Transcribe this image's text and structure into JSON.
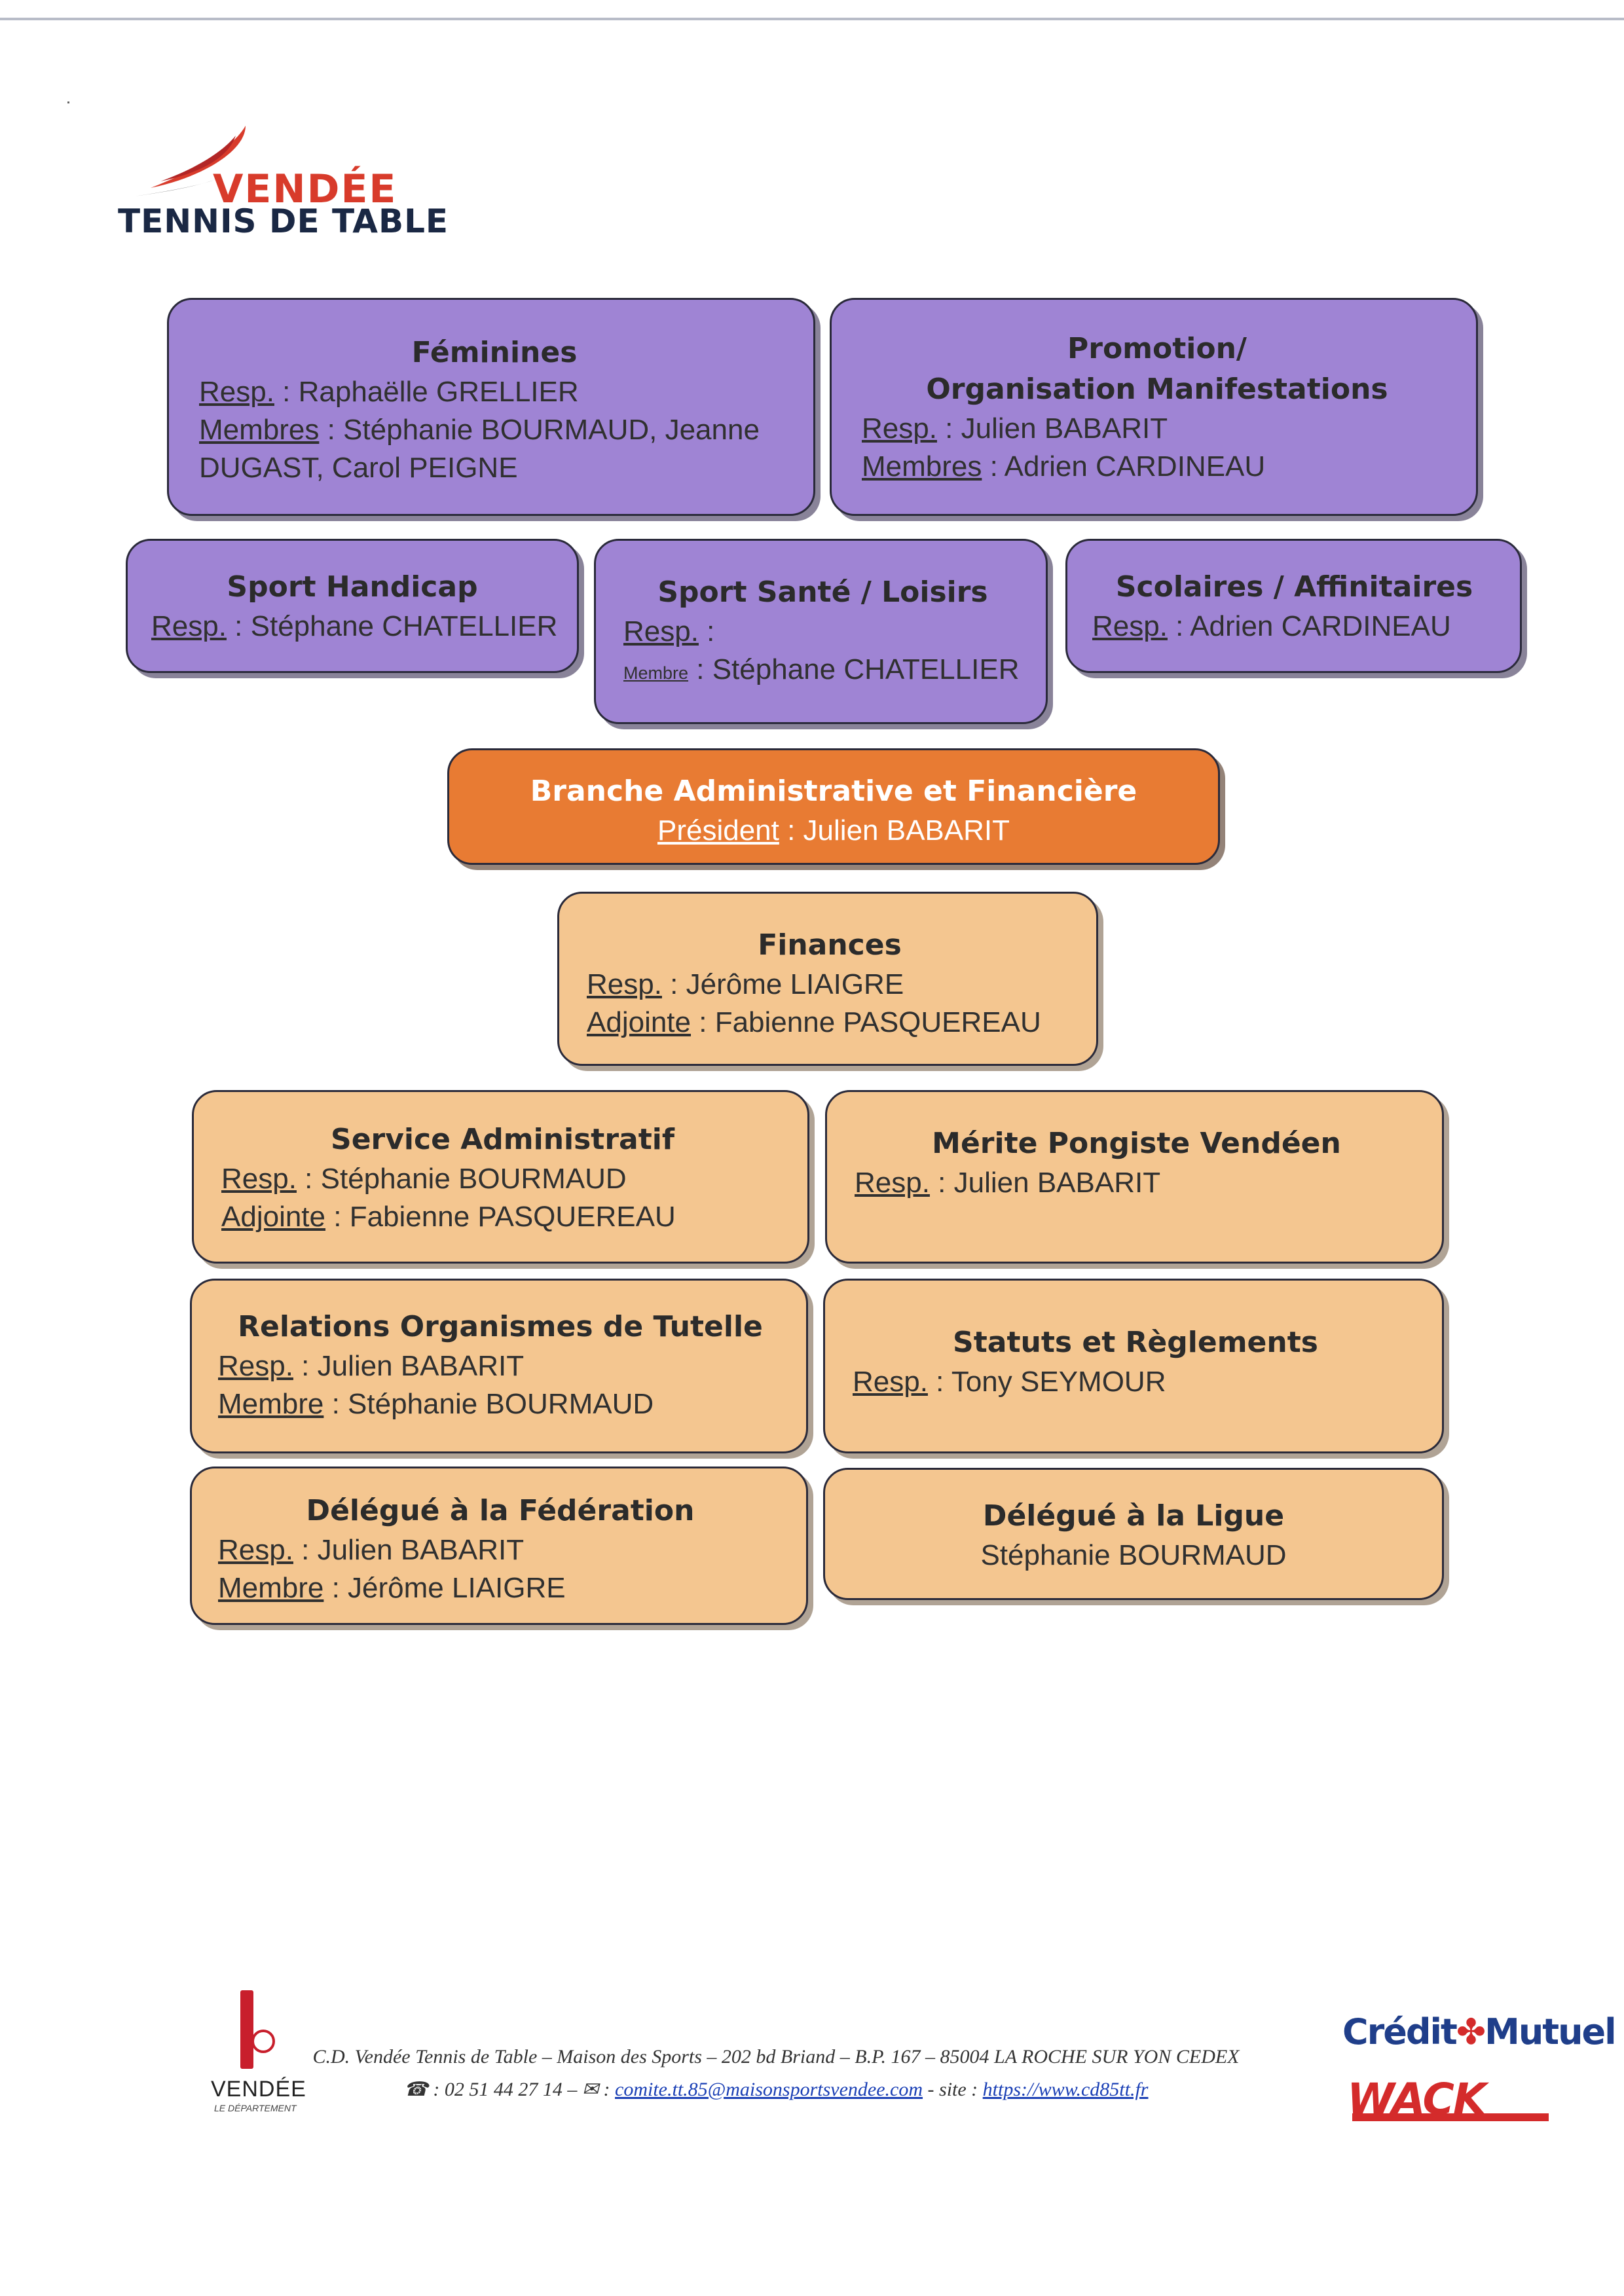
{
  "logo": {
    "line1": "VENDÉE",
    "line2": "TENNIS DE TABLE"
  },
  "boxes": {
    "feminines": {
      "title": "Féminines",
      "resp_label": "Resp.",
      "resp": " : Raphaëlle GRELLIER",
      "membres_label": "Membres",
      "membres": " : Stéphanie BOURMAUD, Jeanne DUGAST, Carol PEIGNE"
    },
    "promotion": {
      "title1": "Promotion/",
      "title2": "Organisation Manifestations",
      "resp_label": "Resp.",
      "resp": " : Julien BABARIT",
      "membres_label": "Membres",
      "membres": " : Adrien CARDINEAU"
    },
    "handicap": {
      "title": "Sport Handicap",
      "resp_label": "Resp.",
      "resp": " : Stéphane CHATELLIER"
    },
    "sante": {
      "title": "Sport Santé / Loisirs",
      "resp_label": "Resp.",
      "resp": " :",
      "membre_label": "Membre",
      "membre": " : Stéphane CHATELLIER"
    },
    "scolaires": {
      "title": "Scolaires / Affinitaires",
      "resp_label": "Resp.",
      "resp": " : Adrien CARDINEAU"
    },
    "branche": {
      "title": "Branche Administrative et Financière",
      "pres_label": "Président",
      "pres": " : Julien BABARIT"
    },
    "finances": {
      "title": "Finances",
      "resp_label": "Resp.",
      "resp": " : Jérôme LIAIGRE",
      "adj_label": "Adjointe",
      "adj": " : Fabienne PASQUEREAU"
    },
    "service": {
      "title": "Service Administratif",
      "resp_label": "Resp.",
      "resp": " : Stéphanie BOURMAUD",
      "adj_label": "Adjointe",
      "adj": " : Fabienne PASQUEREAU"
    },
    "merite": {
      "title": "Mérite Pongiste Vendéen",
      "resp_label": "Resp.",
      "resp": " : Julien BABARIT"
    },
    "relations": {
      "title": "Relations Organismes de Tutelle",
      "resp_label": "Resp.",
      "resp": " : Julien BABARIT",
      "membre_label": "Membre",
      "membre": " : Stéphanie BOURMAUD"
    },
    "statuts": {
      "title": "Statuts et Règlements",
      "resp_label": "Resp.",
      "resp": " : Tony SEYMOUR"
    },
    "federation": {
      "title": "Délégué à la Fédération",
      "resp_label": "Resp.",
      "resp": " : Julien BABARIT",
      "membre_label": "Membre",
      "membre": " : Jérôme LIAIGRE"
    },
    "ligue": {
      "title": "Délégué à la Ligue",
      "name": "Stéphanie BOURMAUD"
    }
  },
  "footer": {
    "vendee": "VENDÉE",
    "vendee_sub": "LE DÉPARTEMENT",
    "address": "C.D. Vendée Tennis de Table – Maison des Sports – 202 bd Briand – B.P. 167 – 85004 LA ROCHE SUR YON CEDEX",
    "phone_prefix": "☎ : 02 51 44 27 14 – ✉ : ",
    "email": "comite.tt.85@maisonsportsvendee.com",
    "site_prefix": "  -  site : ",
    "site": "https://www.cd85tt.fr",
    "sponsor1_a": "Crédit",
    "sponsor1_b": "Mutuel",
    "sponsor2": "WACK"
  }
}
